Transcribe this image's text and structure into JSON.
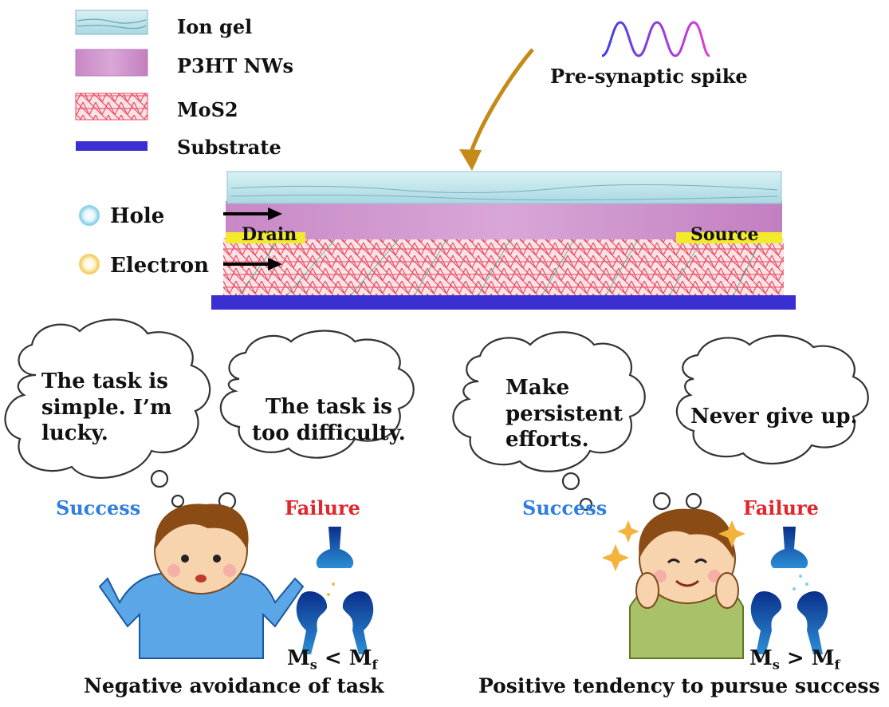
{
  "legend": {
    "items": [
      {
        "label": "Ion gel",
        "color": "#bfe6ee"
      },
      {
        "label": "P3HT NWs",
        "color": "#d7a2d6"
      },
      {
        "label": "MoS2",
        "color": "#f39aa5"
      },
      {
        "label": "Substrate",
        "color": "#3a2fd0"
      }
    ],
    "carriers": [
      {
        "label": "Hole",
        "color": "#7fcfe8"
      },
      {
        "label": "Electron",
        "color": "#f5d36a"
      }
    ]
  },
  "spike": {
    "label": "Pre-synaptic spike"
  },
  "device": {
    "drain": "Drain",
    "source": "Source"
  },
  "scenario_left": {
    "bubble_1": [
      "The task is",
      "simple. I’m",
      "lucky."
    ],
    "bubble_2": [
      "The task is",
      "too difficulty."
    ],
    "success": "Success",
    "failure": "Failure",
    "motive": {
      "m1": "M",
      "s1": "s",
      "rel": " < ",
      "m2": "M",
      "s2": "f"
    },
    "caption": "Negative avoidance of task"
  },
  "scenario_right": {
    "bubble_1": [
      "Make",
      "persistent",
      "efforts."
    ],
    "bubble_2": [
      "Never give up."
    ],
    "success": "Success",
    "failure": "Failure",
    "motive": {
      "m1": "M",
      "s1": "s",
      "rel": " > ",
      "m2": "M",
      "s2": "f"
    },
    "caption": "Positive tendency to pursue success"
  },
  "colors": {
    "success": "#2f7fe0",
    "failure": "#e2262b",
    "arrow": "#c58a17"
  }
}
